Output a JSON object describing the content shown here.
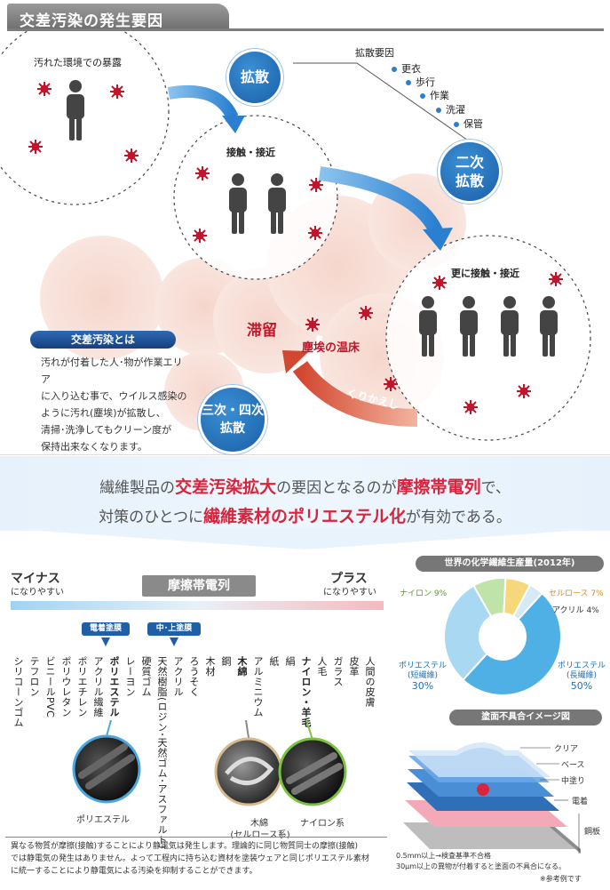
{
  "header": {
    "title": "交差汚染の発生要因"
  },
  "diagram": {
    "exposure_label": "汚れた環境での暴露",
    "contact_label": "接触・接近",
    "more_contact_label": "更に接触・接近",
    "diffuse_badge": "拡散",
    "secondary_badge": [
      "二次",
      "拡散"
    ],
    "tertiary_badge": [
      "三次・四次",
      "拡散"
    ],
    "factors_title": "拡散要因",
    "factors": [
      "更衣",
      "歩行",
      "作業",
      "洗濯",
      "保管"
    ],
    "stagnation": "滞留",
    "hotbed": "塵埃の温床",
    "repeat": "くりかえし"
  },
  "definition": {
    "title": "交差汚染とは",
    "lines": [
      "汚れが付着した人･物が作業エリア",
      "に入り込む事で、ウイルス感染の",
      "ように汚れ(塵埃)が拡散し、",
      "清掃･洗浄してもクリーン度が",
      "保持出来なくなります。"
    ]
  },
  "message": {
    "line1": [
      "繊維製品の",
      "交差汚染拡大",
      "の要因となるのが",
      "摩擦帯電列",
      "で、"
    ],
    "line2": [
      "対策のひとつに",
      "繊維素材のポリエステル化",
      "が有効である。"
    ]
  },
  "triboelectric": {
    "minus": "マイナス",
    "minus_sub": "になりやすい",
    "plus": "プラス",
    "plus_sub": "になりやすい",
    "title": "摩擦帯電列",
    "tag_coating": "電着塗膜",
    "tag_top": "中･上塗膜",
    "materials": [
      "シリコーンゴム",
      "テフロン",
      "ビニールPVC",
      "ポリウレタン",
      "ポリエチレン",
      "アクリル繊維",
      "ポリエステル",
      "レーヨン",
      "硬質ゴム",
      "天然樹脂(ロジン･天然ゴム･アスファルト)",
      "アクリル",
      "ろうそく",
      "木材",
      "鋼",
      "木綿",
      "アルミニウム",
      "紙",
      "絹",
      "ナイロン・羊毛",
      "人毛",
      "ガラス",
      "皮革",
      "人間の皮膚"
    ],
    "bold": [
      "ポリエステル",
      "木綿",
      "ナイロン・羊毛"
    ],
    "photo_polyester": "ポリエステル",
    "photo_cotton": [
      "木綿",
      "(セルロース系)"
    ],
    "photo_nylon": "ナイロン系"
  },
  "footer": [
    "異なる物質が摩擦(接触)することにより静電気は発生します。理論的に同じ物質同士の摩擦(接触)",
    "では静電気の発生はありません。よって工程内に持ち込む資材を塗装ウェアと同じポリエステル素材",
    "に統一することにより静電気による汚染を抑制することができます。"
  ],
  "production_chart": {
    "title": "世界の化学繊維生産量(2012年)"
  },
  "chart_data": {
    "type": "pie",
    "title": "世界の化学繊維生産量(2012年)",
    "slices": [
      {
        "label": "ポリエステル(長繊維)",
        "value": 50,
        "color": "#4fb0e6"
      },
      {
        "label": "ポリエステル(短繊維)",
        "value": 30,
        "color": "#a9d8f3"
      },
      {
        "label": "ナイロン",
        "value": 9,
        "color": "#bfe3a8"
      },
      {
        "label": "セルロース",
        "value": 7,
        "color": "#f6d77a"
      },
      {
        "label": "アクリル",
        "value": 4,
        "color": "#d6e9f5"
      }
    ],
    "labels": {
      "polyester_long": [
        "ポリエステル",
        "(長繊維)",
        "50%"
      ],
      "polyester_short": [
        "ポリエステル",
        "(短繊維)",
        "30%"
      ],
      "nylon": [
        "ナイロン",
        "9%"
      ],
      "cellulose": [
        "セルロース",
        "7%"
      ],
      "acrylic": [
        "アクリル",
        "4%"
      ]
    }
  },
  "coating": {
    "title": "塗面不具合イメージ図",
    "layers": [
      "クリア",
      "ベース",
      "中塗り",
      "電着",
      "鋼板"
    ],
    "note1": "0.5mm以上→検査基準不合格",
    "note2": "30μm以上の異物が付着すると塗面の不具合になる。",
    "note3": "※参考例です"
  },
  "colors": {
    "accent_red": "#d8243c",
    "accent_blue": "#1e5fa8"
  }
}
